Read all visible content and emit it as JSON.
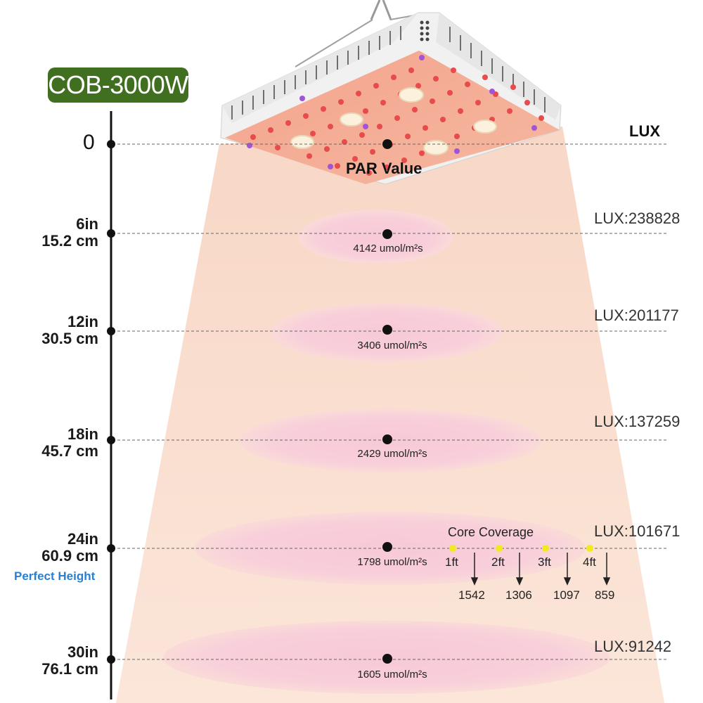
{
  "product": {
    "badge": "COB-3000W"
  },
  "headers": {
    "lux": "LUX",
    "par": "PAR Value"
  },
  "zero_label": "0",
  "heights": [
    {
      "inches": "6in",
      "cm": "15.2 cm",
      "par": "4142 umol/m²s",
      "lux": "LUX:238828"
    },
    {
      "inches": "12in",
      "cm": "30.5 cm",
      "par": "3406 umol/m²s",
      "lux": "LUX:201177"
    },
    {
      "inches": "18in",
      "cm": "45.7 cm",
      "par": "2429 umol/m²s",
      "lux": "LUX:137259"
    },
    {
      "inches": "24in",
      "cm": "60.9 cm",
      "par": "1798 umol/m²s",
      "lux": "LUX:101671",
      "note": "Perfect Height"
    },
    {
      "inches": "30in",
      "cm": "76.1 cm",
      "par": "1605 umol/m²s",
      "lux": "LUX:91242"
    }
  ],
  "core_coverage": {
    "title": "Core Coverage",
    "points": [
      {
        "label": "1ft",
        "value": "1542"
      },
      {
        "label": "2ft",
        "value": "1306"
      },
      {
        "label": "3ft",
        "value": "1097"
      },
      {
        "label": "4ft",
        "value": "859"
      }
    ]
  },
  "colors": {
    "badge": "#3f6f1f",
    "beam": "#fbe3d3",
    "ellipse": "#f9d3dc",
    "perfect_height": "#2a7fd0",
    "coverage_dot": "#f2ea1c"
  }
}
